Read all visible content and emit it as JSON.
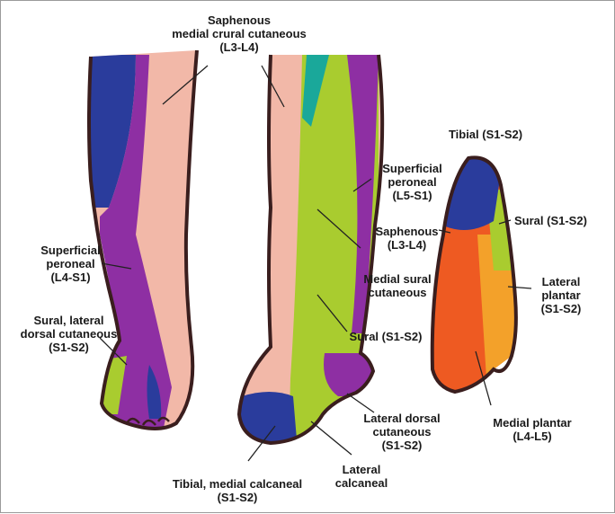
{
  "colors": {
    "outline": "#3a1e1e",
    "skin": "#f2b8a8",
    "saphenous": "#ebaea0",
    "superficial_peroneal": "#8e2fa3",
    "deep_blue": "#2a3c9c",
    "sural": "#a9cc2f",
    "teal": "#1aa89a",
    "lateral_plantar": "#f3a12a",
    "medial_plantar": "#ee5a22",
    "leader": "#222222"
  },
  "labels": {
    "saphenous_crural": [
      "Saphenous",
      "medial crural cutaneous",
      "(L3-L4)"
    ],
    "superficial_peroneal_left": [
      "Superficial",
      "peroneal",
      "(L4-S1)"
    ],
    "sural_lateral_dorsal": [
      "Sural, lateral",
      "dorsal cutaneous",
      "(S1-S2)"
    ],
    "superficial_peroneal_mid": [
      "Superficial",
      "peroneal",
      "(L5-S1)"
    ],
    "saphenous_mid": [
      "Saphenous",
      "(L3-L4)"
    ],
    "medial_sural": [
      "Medial sural",
      "cutaneous"
    ],
    "sural_mid": [
      "Sural (S1-S2)"
    ],
    "lateral_dorsal_cutaneous": [
      "Lateral dorsal",
      "cutaneous",
      "(S1-S2)"
    ],
    "tibial_medial_calcaneal": [
      "Tibial, medial calcaneal",
      "(S1-S2)"
    ],
    "lateral_calcaneal": [
      "Lateral",
      "calcaneal"
    ],
    "tibial_sole": [
      "Tibial (S1-S2)"
    ],
    "sural_sole": [
      "Sural (S1-S2)"
    ],
    "lateral_plantar": [
      "Lateral",
      "plantar",
      "(S1-S2)"
    ],
    "medial_plantar": [
      "Medial plantar",
      "(L4-L5)"
    ]
  }
}
